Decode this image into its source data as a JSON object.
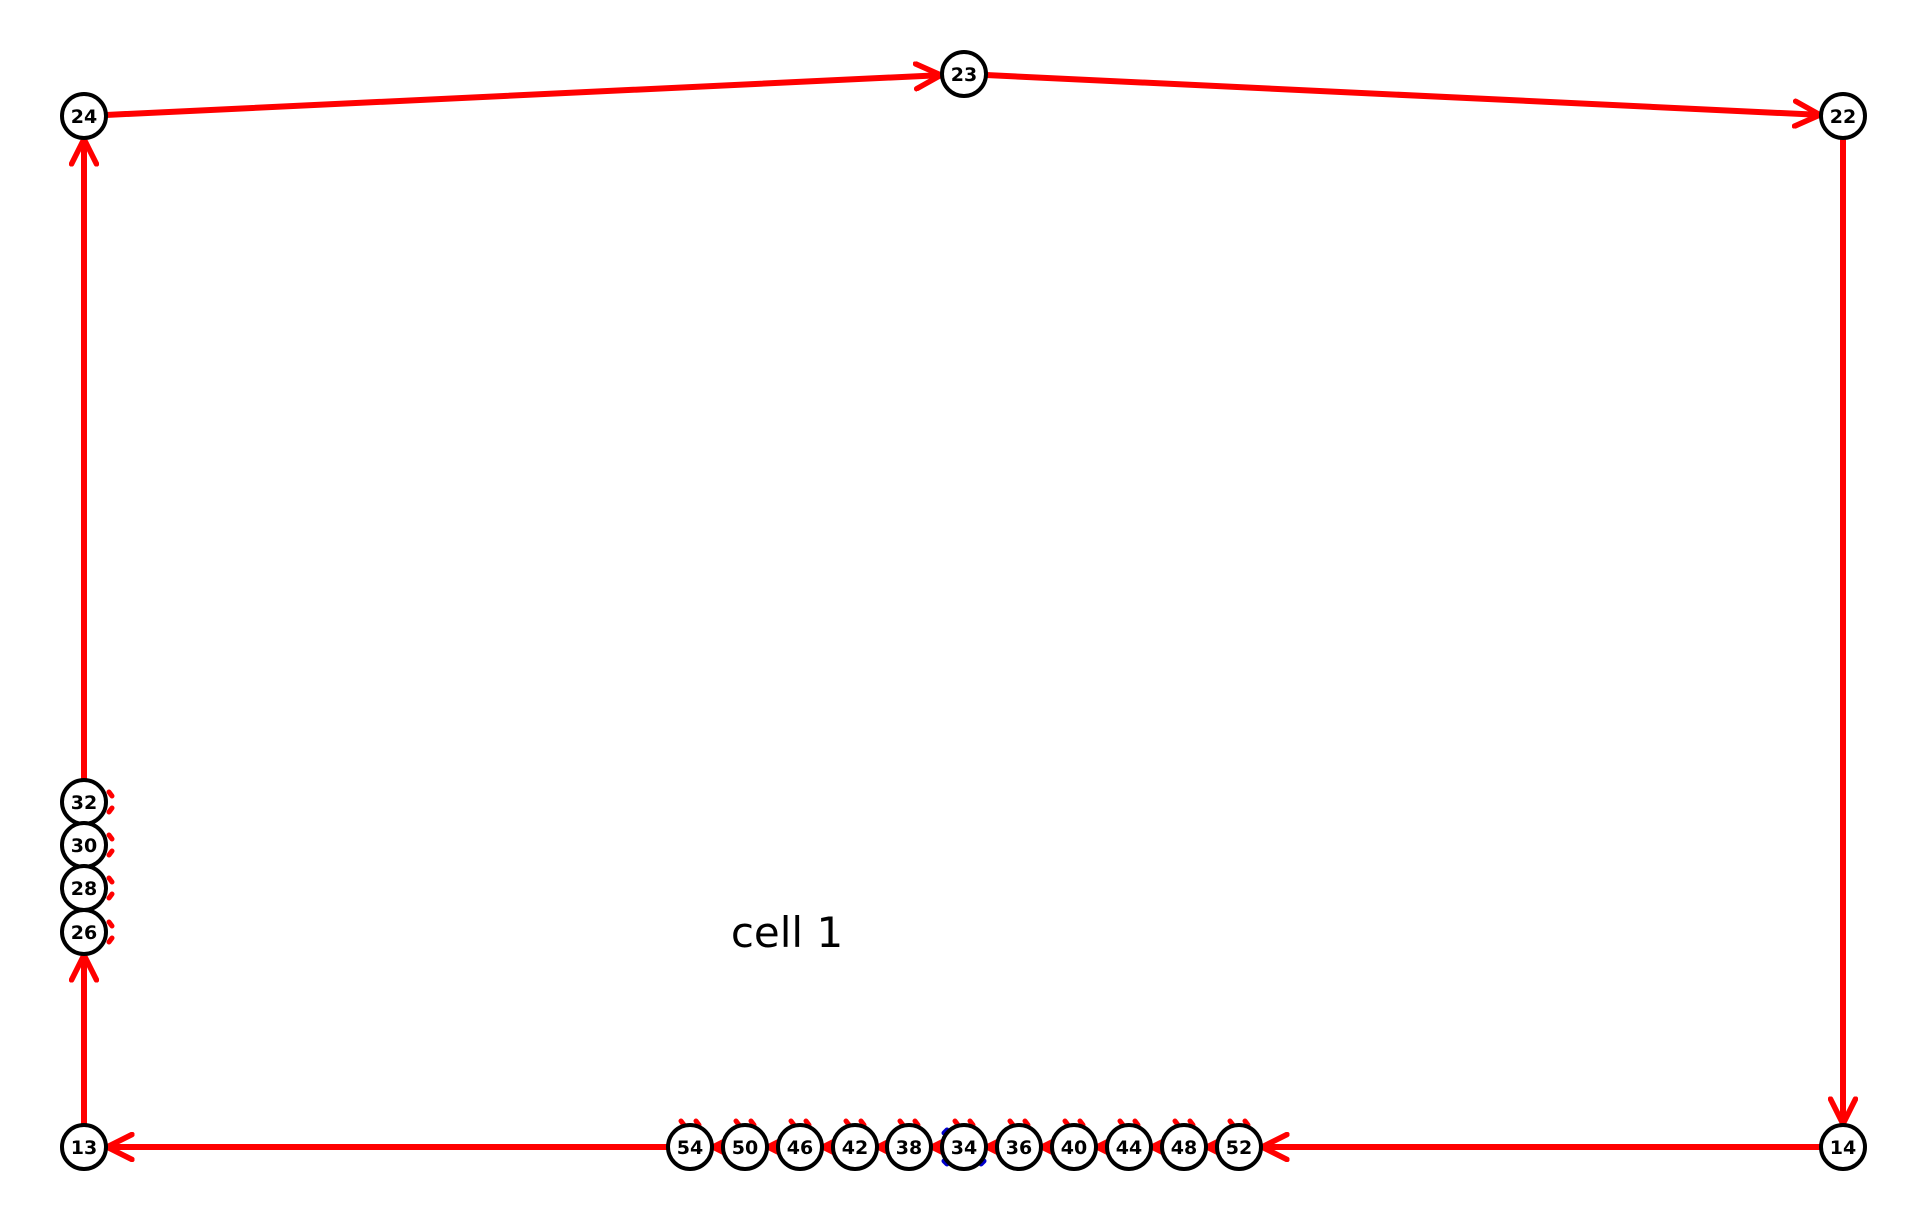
{
  "colors": {
    "edge": "#ff0000",
    "node_stroke": "#000000",
    "node_fill": "#ffffff",
    "marker_alt": "#0000cc"
  },
  "cell": {
    "label": "cell 1"
  },
  "nodes": [
    {
      "id": "24",
      "label": "24"
    },
    {
      "id": "23",
      "label": "23"
    },
    {
      "id": "22",
      "label": "22"
    },
    {
      "id": "32",
      "label": "32"
    },
    {
      "id": "30",
      "label": "30"
    },
    {
      "id": "28",
      "label": "28"
    },
    {
      "id": "26",
      "label": "26"
    },
    {
      "id": "13",
      "label": "13"
    },
    {
      "id": "54",
      "label": "54"
    },
    {
      "id": "50",
      "label": "50"
    },
    {
      "id": "46",
      "label": "46"
    },
    {
      "id": "42",
      "label": "42"
    },
    {
      "id": "38",
      "label": "38"
    },
    {
      "id": "34",
      "label": "34"
    },
    {
      "id": "36",
      "label": "36"
    },
    {
      "id": "40",
      "label": "40"
    },
    {
      "id": "44",
      "label": "44"
    },
    {
      "id": "48",
      "label": "48"
    },
    {
      "id": "52",
      "label": "52"
    },
    {
      "id": "14",
      "label": "14"
    }
  ],
  "edges": [
    {
      "from": "13",
      "to": "26"
    },
    {
      "from": "32",
      "to": "24"
    },
    {
      "from": "24",
      "to": "23"
    },
    {
      "from": "23",
      "to": "22"
    },
    {
      "from": "22",
      "to": "14"
    },
    {
      "from": "14",
      "to": "52"
    },
    {
      "from": "54",
      "to": "13"
    },
    {
      "from": "52",
      "to": "48"
    },
    {
      "from": "48",
      "to": "44"
    },
    {
      "from": "44",
      "to": "40"
    },
    {
      "from": "40",
      "to": "36"
    },
    {
      "from": "36",
      "to": "34"
    },
    {
      "from": "34",
      "to": "38"
    },
    {
      "from": "38",
      "to": "42"
    },
    {
      "from": "42",
      "to": "46"
    },
    {
      "from": "46",
      "to": "50"
    },
    {
      "from": "50",
      "to": "54"
    }
  ]
}
